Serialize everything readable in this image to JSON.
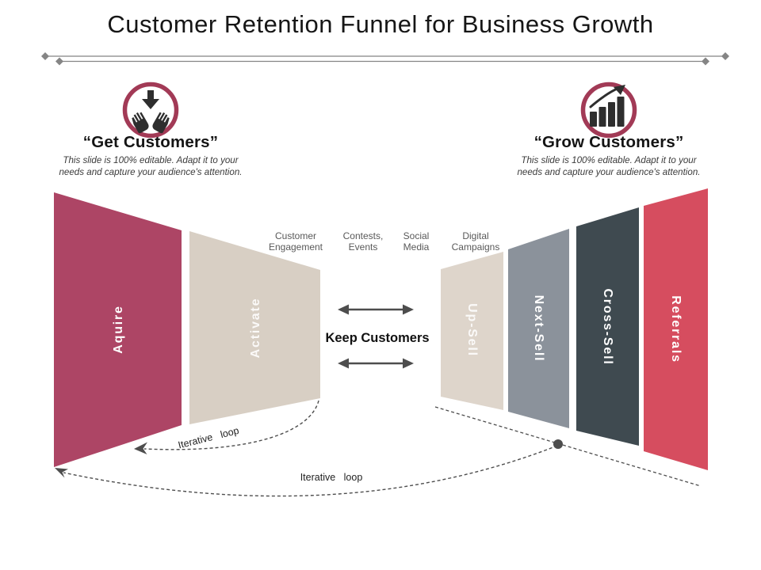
{
  "title": "Customer Retention Funnel for Business Growth",
  "left_group": {
    "heading": "“Get Customers”",
    "desc_line1": "This slide is 100% editable. Adapt it to your",
    "desc_line2": "needs and capture your audience's attention."
  },
  "right_group": {
    "heading": "“Grow Customers”",
    "desc_line1": "This slide is 100% editable. Adapt it to your",
    "desc_line2": "needs and capture your audience's attention."
  },
  "funnel": {
    "left_stages": [
      {
        "label": "Aquire",
        "color": "#ad4565"
      },
      {
        "label": "Activate",
        "color": "#d8cfc4"
      }
    ],
    "right_stages": [
      {
        "label": "Up-Sell",
        "color": "#ded5cb"
      },
      {
        "label": "Next-Sell",
        "color": "#8b929b"
      },
      {
        "label": "Cross-Sell",
        "color": "#3f4a50"
      },
      {
        "label": "Referrals",
        "color": "#d64d5f"
      }
    ],
    "center_label": "Keep Customers",
    "tactic_labels": [
      {
        "line1": "Customer",
        "line2": "Engagement"
      },
      {
        "line1": "Contests,",
        "line2": "Events"
      },
      {
        "line1": "Social",
        "line2": "Media"
      },
      {
        "line1": "Digital",
        "line2": "Campaigns"
      }
    ]
  },
  "loops": {
    "inner_label": "Iterative loop",
    "outer_label": "Iterative loop"
  },
  "accents": {
    "ring": "#a23a56",
    "glyph": "#2e2e2e",
    "divider": "#858585",
    "dashed": "#4d4d4d"
  }
}
